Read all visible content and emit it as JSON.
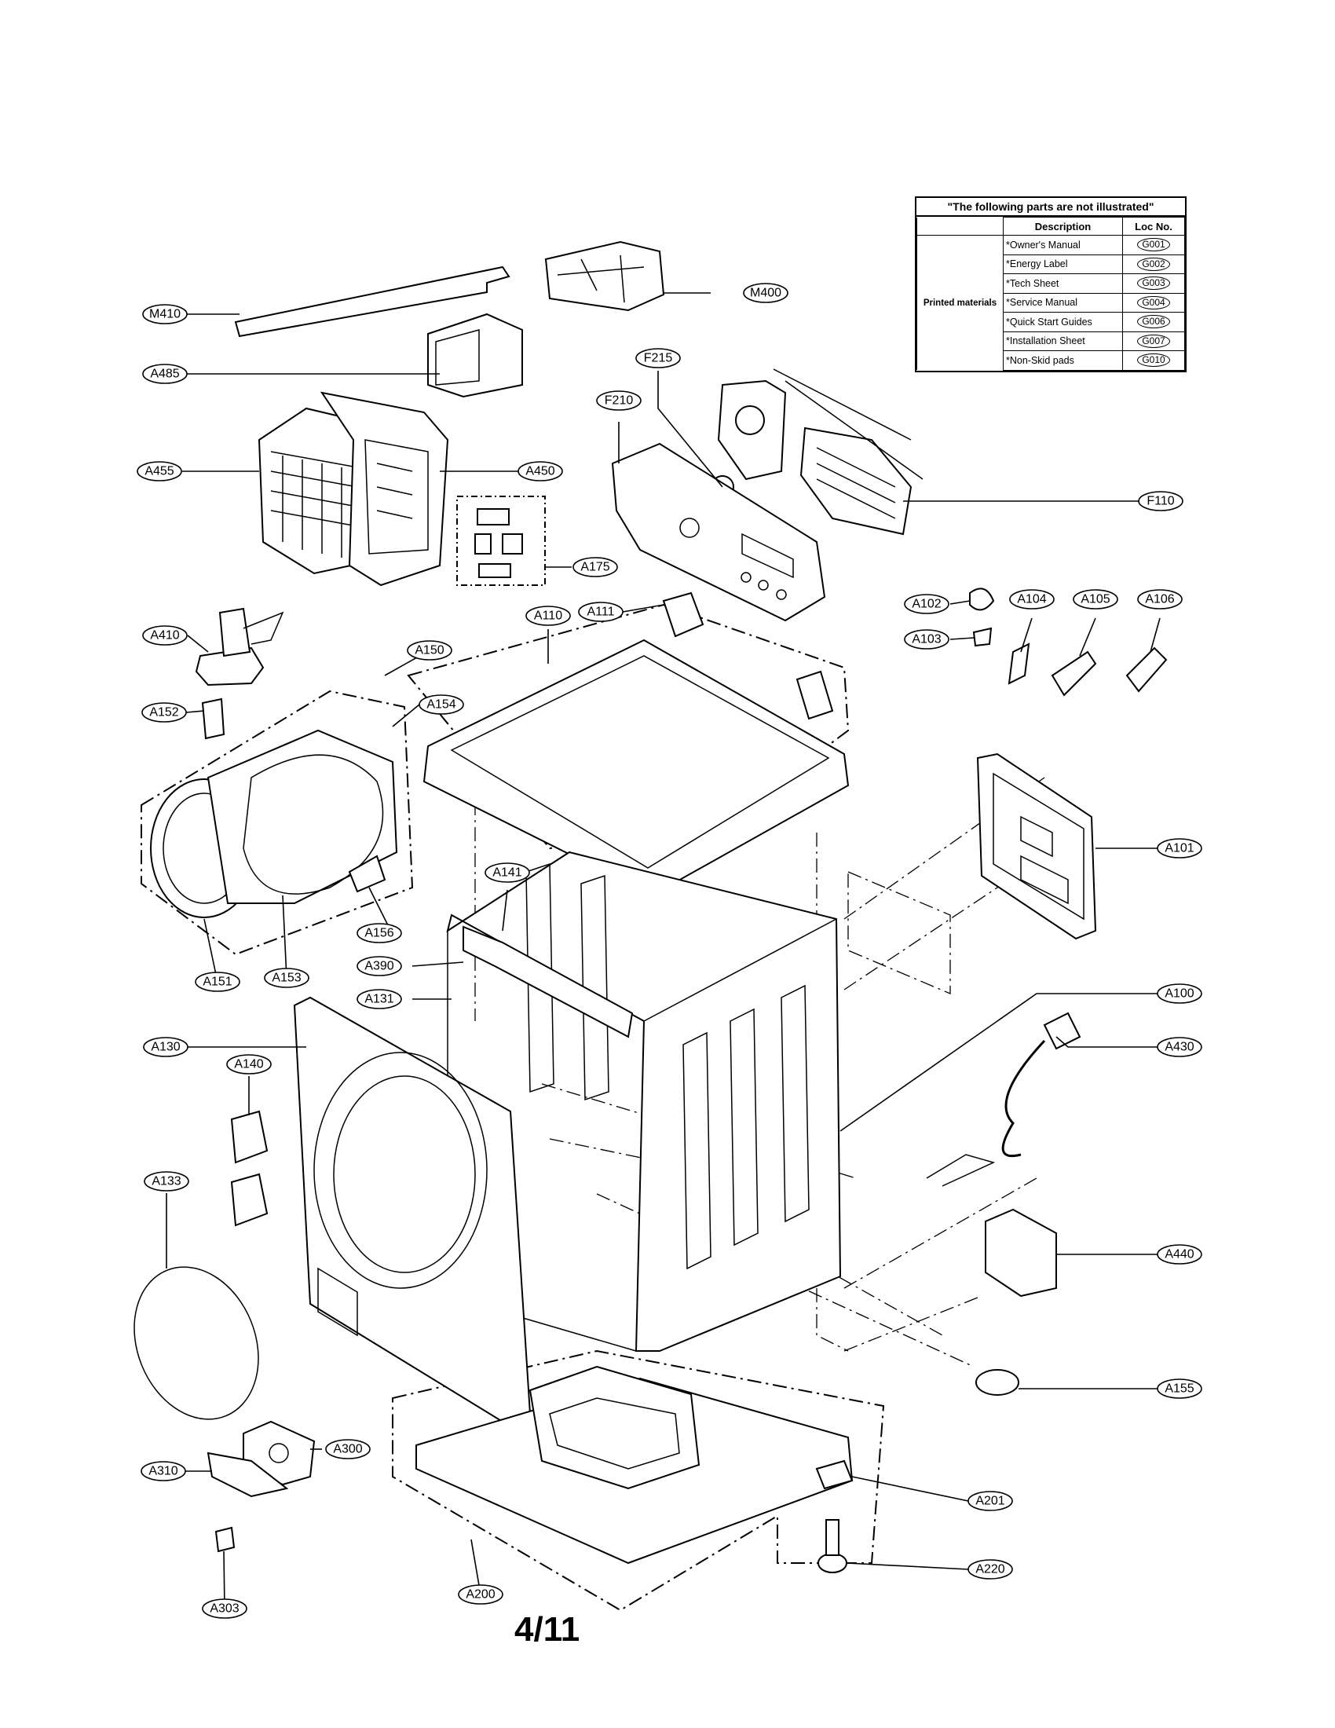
{
  "notice": {
    "title": "\"The following parts are not illustrated\"",
    "col_description": "Description",
    "col_loc": "Loc No.",
    "category": "Printed materials",
    "rows": [
      {
        "desc": "*Owner's Manual",
        "loc": "G001"
      },
      {
        "desc": "*Energy Label",
        "loc": "G002"
      },
      {
        "desc": "*Tech Sheet",
        "loc": "G003"
      },
      {
        "desc": "*Service Manual",
        "loc": "G004"
      },
      {
        "desc": "*Quick Start Guides",
        "loc": "G006"
      },
      {
        "desc": "*Installation Sheet",
        "loc": "G007"
      },
      {
        "desc": "*Non-Skid pads",
        "loc": "G010"
      }
    ]
  },
  "callouts": [
    {
      "id": "M410",
      "label": "M410"
    },
    {
      "id": "M400",
      "label": "M400"
    },
    {
      "id": "A485",
      "label": "A485"
    },
    {
      "id": "F215",
      "label": "F215"
    },
    {
      "id": "F210",
      "label": "F210"
    },
    {
      "id": "A455",
      "label": "A455"
    },
    {
      "id": "A450",
      "label": "A450"
    },
    {
      "id": "F110",
      "label": "F110"
    },
    {
      "id": "A175",
      "label": "A175"
    },
    {
      "id": "A110",
      "label": "A110"
    },
    {
      "id": "A111",
      "label": "A111"
    },
    {
      "id": "A102",
      "label": "A102"
    },
    {
      "id": "A104",
      "label": "A104"
    },
    {
      "id": "A105",
      "label": "A105"
    },
    {
      "id": "A106",
      "label": "A106"
    },
    {
      "id": "A103",
      "label": "A103"
    },
    {
      "id": "A410",
      "label": "A410"
    },
    {
      "id": "A150",
      "label": "A150"
    },
    {
      "id": "A152",
      "label": "A152"
    },
    {
      "id": "A154",
      "label": "A154"
    },
    {
      "id": "A101",
      "label": "A101"
    },
    {
      "id": "A141",
      "label": "A141"
    },
    {
      "id": "A156",
      "label": "A156"
    },
    {
      "id": "A390",
      "label": "A390"
    },
    {
      "id": "A151",
      "label": "A151"
    },
    {
      "id": "A153",
      "label": "A153"
    },
    {
      "id": "A131",
      "label": "A131"
    },
    {
      "id": "A100",
      "label": "A100"
    },
    {
      "id": "A130",
      "label": "A130"
    },
    {
      "id": "A430",
      "label": "A430"
    },
    {
      "id": "A140",
      "label": "A140"
    },
    {
      "id": "A133",
      "label": "A133"
    },
    {
      "id": "A440",
      "label": "A440"
    },
    {
      "id": "A155",
      "label": "A155"
    },
    {
      "id": "A300",
      "label": "A300"
    },
    {
      "id": "A310",
      "label": "A310"
    },
    {
      "id": "A201",
      "label": "A201"
    },
    {
      "id": "A220",
      "label": "A220"
    },
    {
      "id": "A200",
      "label": "A200"
    },
    {
      "id": "A303",
      "label": "A303"
    }
  ],
  "page_number": "4/11"
}
